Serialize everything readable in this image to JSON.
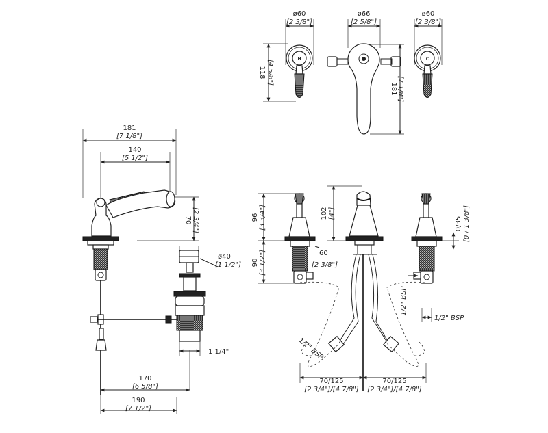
{
  "top_view": {
    "left_handle": {
      "dim_top": "ø60",
      "dim_top_inch": "[2 3/8\"]",
      "letter": "H",
      "dim_side": "118",
      "dim_side_inch": "[4 5/8\"]"
    },
    "spout": {
      "dim_top": "ø66",
      "dim_top_inch": "[2 5/8\"]",
      "dim_side": "181",
      "dim_side_inch": "[7 1/8\"]"
    },
    "right_handle": {
      "dim_top": "ø60",
      "dim_top_inch": "[2 3/8\"]",
      "letter": "C"
    }
  },
  "side_view": {
    "width_total": "181",
    "width_total_inch": "[7 1/8\"]",
    "width_spout": "140",
    "width_spout_inch": "[5 1/2\"]",
    "height": "70",
    "height_inch": "[2 3/4\"]",
    "drain_dia": "ø40",
    "drain_dia_inch": "[1 1/2\"]",
    "drain_thread": "1 1/4\"",
    "rod_length": "170",
    "rod_length_inch": "[6 5/8\"]",
    "rod_total": "190",
    "rod_total_inch": "[7 1/2\"]"
  },
  "front_view": {
    "handle_height": "96",
    "handle_height_inch": "[3 3/4\"]",
    "spout_height": "102",
    "spout_height_inch": "[4\"]",
    "deck_range": "0/35",
    "deck_range_inch": "[0 / 1 3/8\"]",
    "shank": "90",
    "shank_inch": "[3 1/2\"]",
    "base": "60",
    "base_inch": "[2 3/8\"]",
    "bsp_vertical": "1/2\" BSP",
    "bsp_right": "1/2\" BSP",
    "bsp_left": "1/2\" BSP",
    "spread_left": "70/125",
    "spread_left_inch": "[2 3/4\"]/[4 7/8\"]",
    "spread_right": "70/125",
    "spread_right_inch": "[2 3/4\"]/[4 7/8\"]"
  }
}
